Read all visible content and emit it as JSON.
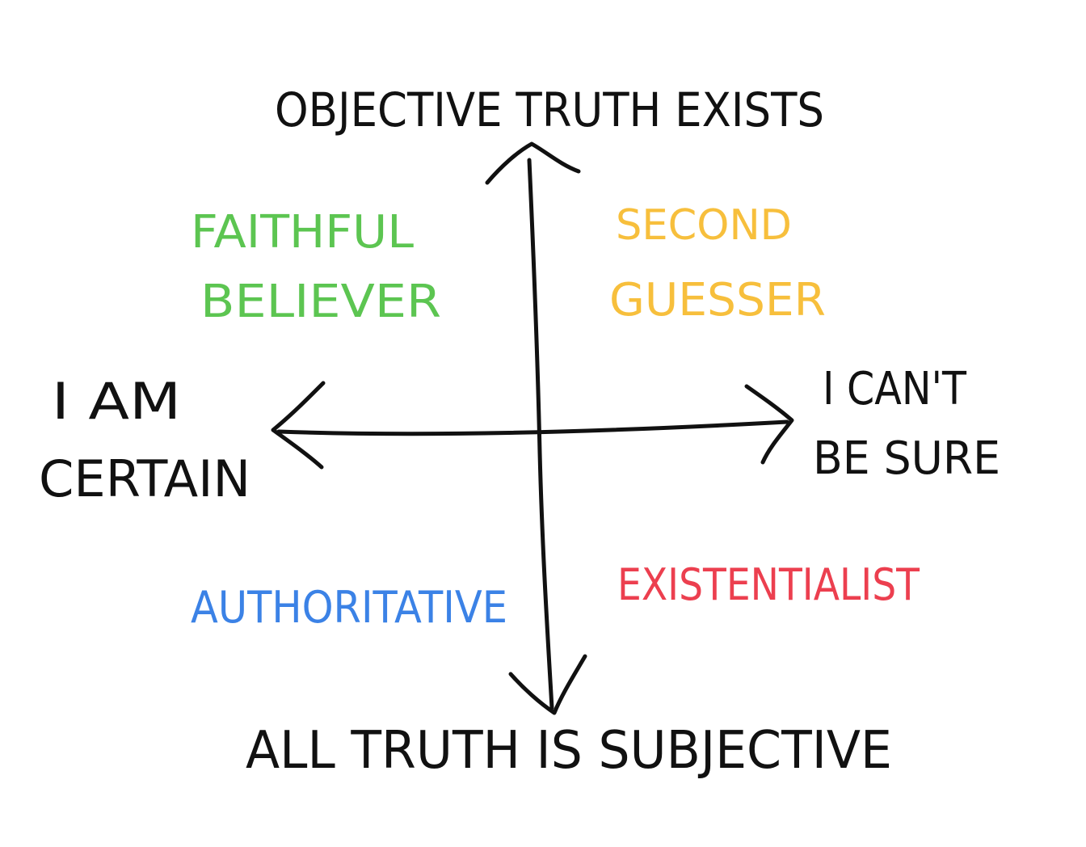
{
  "axes": {
    "top": [
      "OBJECTIVE TRUTH EXISTS"
    ],
    "bottom": [
      "ALL TRUTH IS SUBJECTIVE"
    ],
    "left": [
      "I AM",
      "CERTAIN"
    ],
    "right": [
      "I CAN'T",
      "BE SURE"
    ]
  },
  "quadrants": {
    "top_left": {
      "lines": [
        "FAITHFUL",
        "BELIEVER"
      ],
      "color": "#5cc551"
    },
    "top_right": {
      "lines": [
        "SECOND",
        "GUESSER"
      ],
      "color": "#f7bf3c"
    },
    "bottom_left": {
      "lines": [
        "AUTHORITATIVE"
      ],
      "color": "#3b82e6"
    },
    "bottom_right": {
      "lines": [
        "EXISTENTIALIST"
      ],
      "color": "#ec3f4f"
    }
  },
  "colors": {
    "ink": "#111111",
    "background": "#ffffff"
  }
}
